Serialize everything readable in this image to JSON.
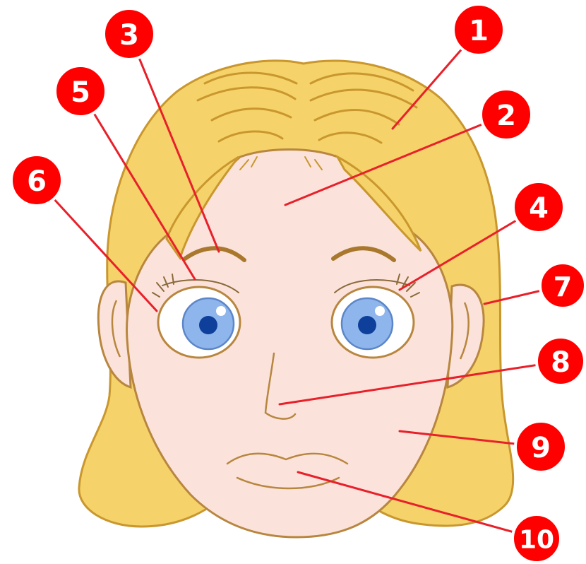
{
  "diagram": {
    "colors": {
      "hair": "#F5D36A",
      "hair_outline": "#C9972E",
      "skin": "#FBE3DC",
      "skin_outline": "#B8863E",
      "eye_white": "#ffffff",
      "iris": "#8FB6EC",
      "iris_outline": "#5C86C8",
      "pupil": "#0E3F9A",
      "brow": "#A9782C",
      "lash": "#8A6A3A",
      "callout_fill": "#ff0000",
      "callout_ring": "#ffffff",
      "leader_line": "#e8202a"
    },
    "callouts": [
      {
        "label": "1"
      },
      {
        "label": "2"
      },
      {
        "label": "3"
      },
      {
        "label": "4"
      },
      {
        "label": "5"
      },
      {
        "label": "6"
      },
      {
        "label": "7"
      },
      {
        "label": "8"
      },
      {
        "label": "9"
      },
      {
        "label": "10"
      }
    ]
  }
}
